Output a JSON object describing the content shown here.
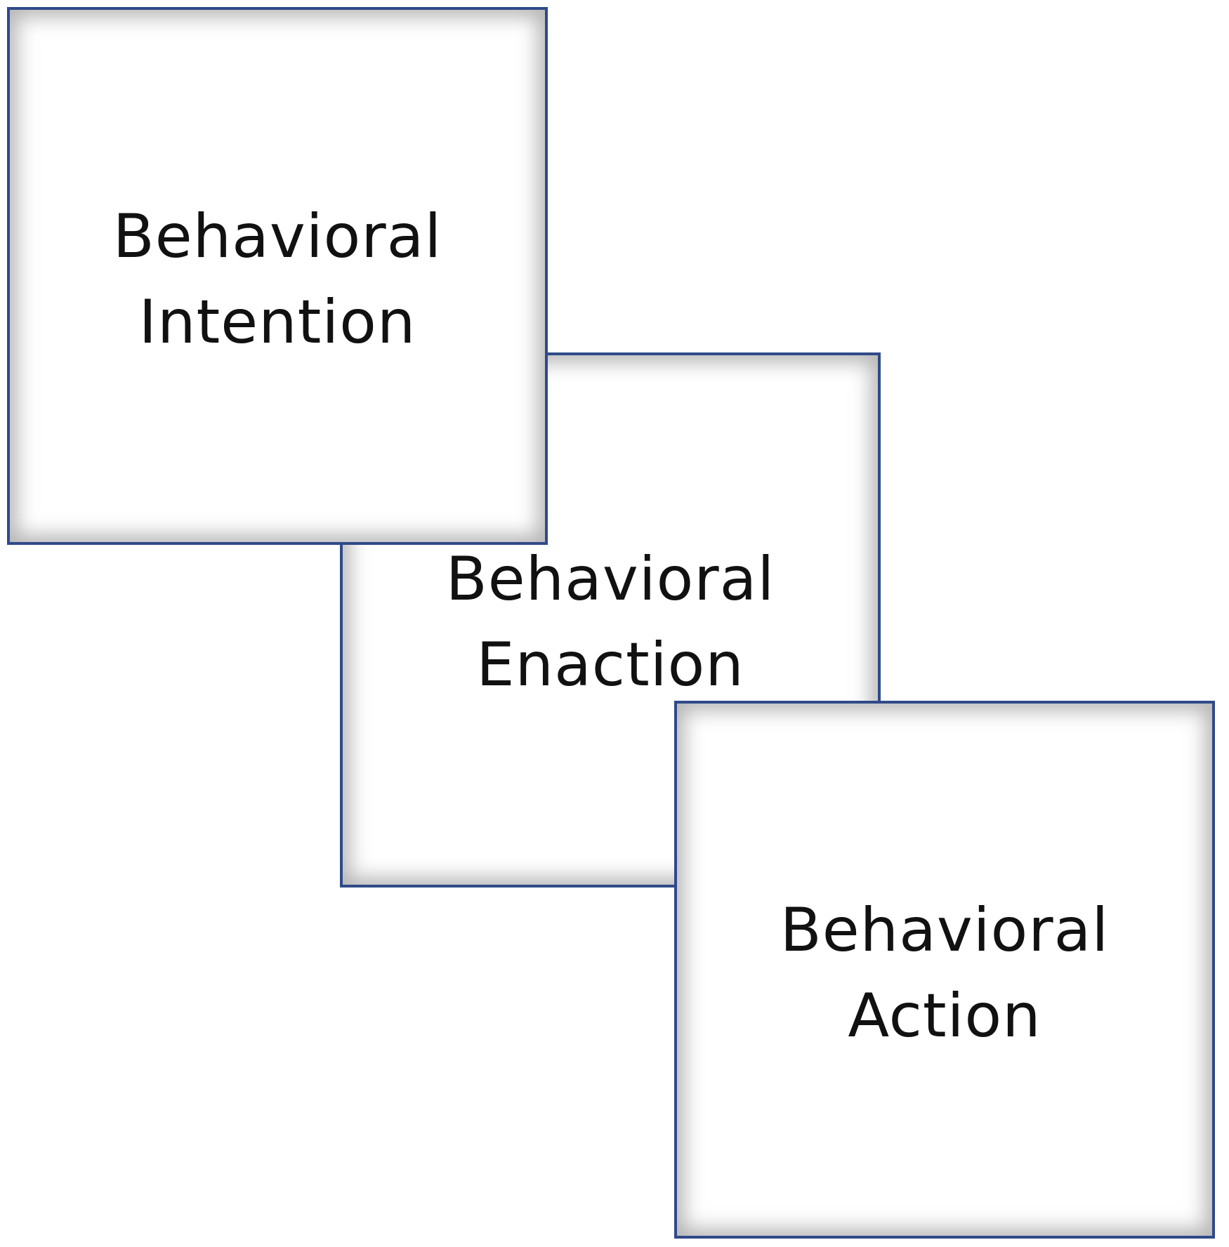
{
  "diagram": {
    "boxes": [
      {
        "line1": "Behavioral",
        "line2": "Intention"
      },
      {
        "line1": "Behavioral",
        "line2": "Enaction"
      },
      {
        "line1": "Behavioral",
        "line2": "Action"
      }
    ]
  },
  "colors": {
    "border": "#2f4a8a",
    "text": "#111111",
    "background": "#ffffff"
  }
}
